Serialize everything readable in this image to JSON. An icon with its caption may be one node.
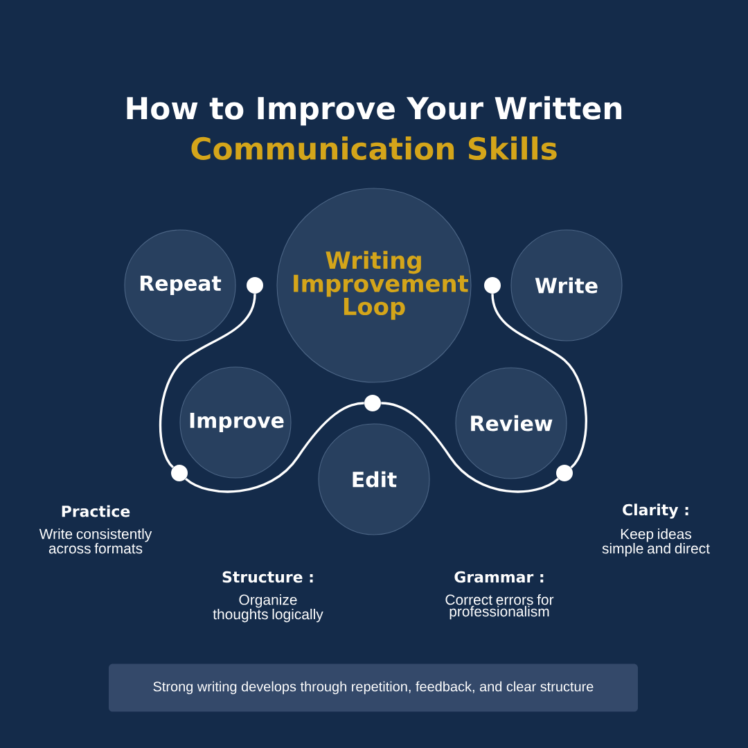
{
  "diagram": {
    "title": "How to Improve Your Written",
    "nodes": [
      {
        "text": [
          "Writing Improvement Loop"
        ]
      },
      {
        "text": [
          "Repeat"
        ]
      },
      {
        "text": [
          "Write"
        ]
      },
      {
        "text": [
          "Improve"
        ]
      },
      {
        "text": [
          "Review"
        ]
      },
      {
        "text": [
          "Edit"
        ]
      },
      {
        "text": [],
        "shape": "circle"
      },
      {
        "text": [],
        "shape": "circle"
      },
      {
        "text": [],
        "shape": "circle"
      },
      {
        "text": [],
        "shape": "circle"
      },
      {
        "text": [],
        "shape": "circle"
      },
      {
        "text": [
          "Strong writing develops through repetition, feedback, and clear structure"
        ]
      }
    ],
    "edges": [
      {
        "from": 6,
        "to": 7,
        "arrow": "none"
      },
      {
        "from": 7,
        "to": 8,
        "arrow": "none"
      },
      {
        "from": 8,
        "to": 9,
        "arrow": "none"
      },
      {
        "from": 9,
        "to": 10,
        "arrow": "none"
      }
    ],
    "labels": [
      "Communication Skills",
      "Practice",
      "Write consistently across formats",
      "Structure :",
      "Organize thoughts logically",
      "Grammar :",
      "Correct errors for professionalism",
      "Clarity :",
      "Keep ideas simple and direct"
    ]
  }
}
